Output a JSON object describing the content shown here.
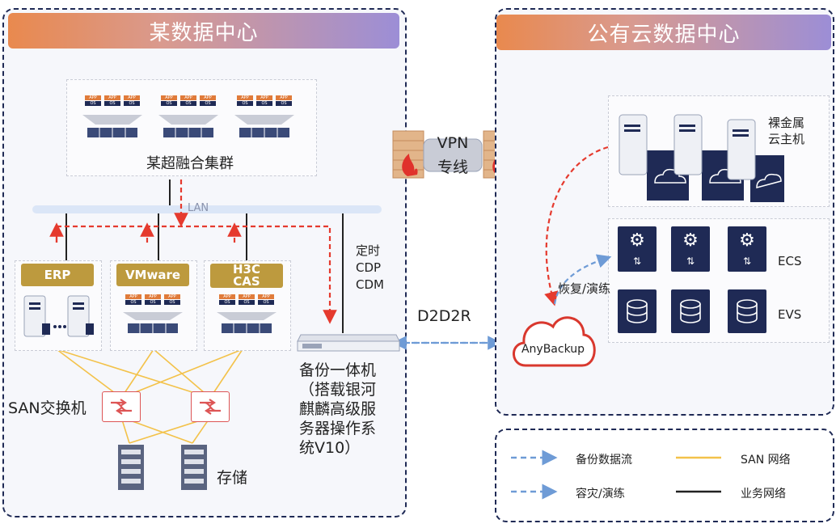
{
  "left_dc": {
    "title": "某数据中心",
    "cluster_label": "某超融合集群",
    "lan_label": "LAN",
    "erp_label": "ERP",
    "vmware_label": "VMware",
    "h3c_label": "H3C\nCAS",
    "san_switch_label": "SAN交换机",
    "storage_label": "存储",
    "backup_flow_label": "定时\nCDP\nCDM",
    "appliance_label": "备份一体机\n（搭载银河\n麒麟高级服\n务器操作系\n统V10）",
    "app_chip": "APP",
    "os_chip": "OS"
  },
  "vpn": {
    "line1": "VPN",
    "line2": "专线"
  },
  "link_label": "D2D2R",
  "right_dc": {
    "title": "公有云数据中心",
    "bare_metal_label": "裸金属\n云主机",
    "ecs_label": "ECS",
    "evs_label": "EVS",
    "restore_label": "恢复/演练",
    "anybackup_label": "AnyBackup"
  },
  "legend": {
    "backup_flow": "备份数据流",
    "dr_drill": "容灾/演练",
    "san_network": "SAN 网络",
    "business_network": "业务网络"
  },
  "colors": {
    "navy": "#1f2a55",
    "gold": "#bd9a3e",
    "orange": "#e07b3a",
    "red_dash": "#e53a2e",
    "blue_dash": "#6e9bd6",
    "san_yellow": "#f3c24a"
  }
}
